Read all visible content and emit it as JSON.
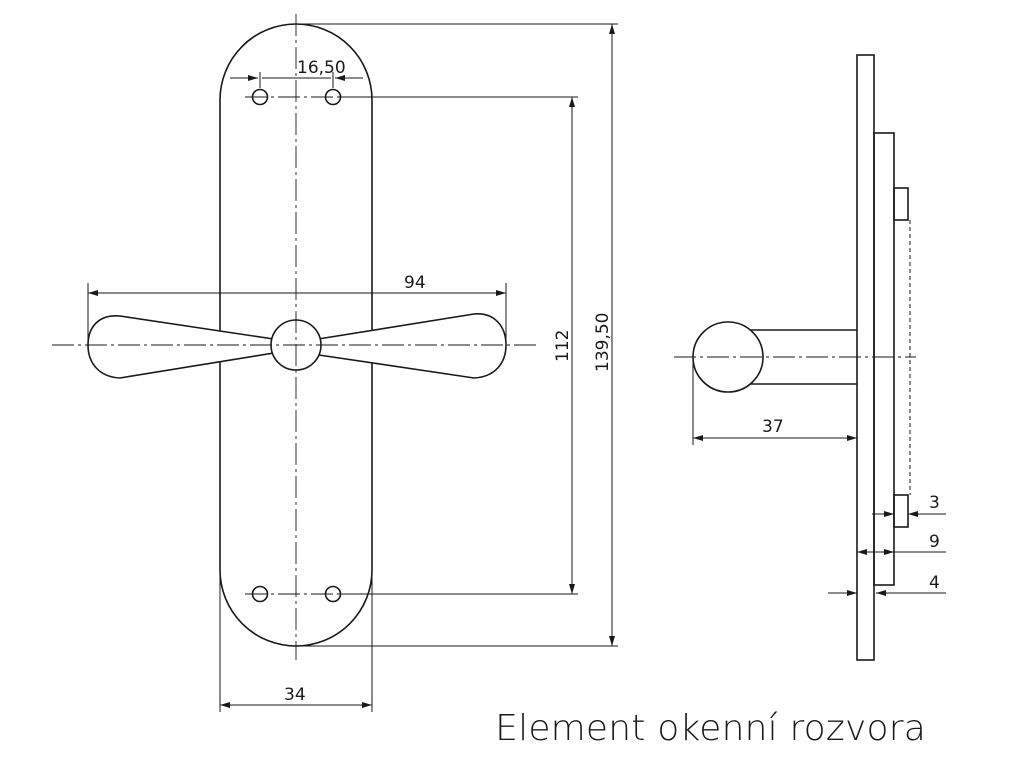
{
  "title": "Element okenní rozvora",
  "dimensions": {
    "hole_spacing": "16,50",
    "lever_length": "94",
    "screw_distance": "112",
    "plate_length": "139,50",
    "plate_width": "34",
    "projection": "37",
    "dim_3": "3",
    "dim_9": "9",
    "dim_4": "4"
  }
}
